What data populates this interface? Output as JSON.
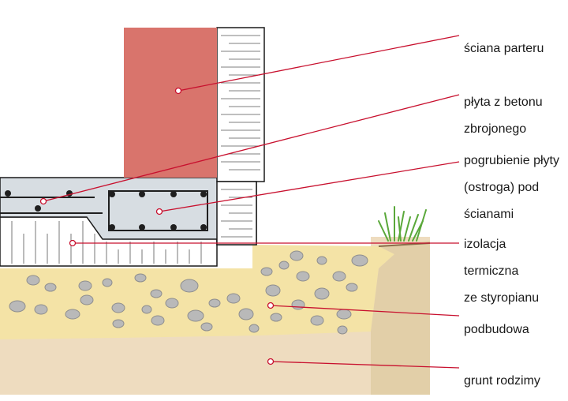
{
  "labels": {
    "wall": "ściana parteru",
    "slab_line1": "płyta z betonu",
    "slab_line2": "zbrojonego",
    "thickening_line1": "pogrubienie płyty",
    "thickening_line2": "(ostroga) pod",
    "thickening_line3": "ścianami",
    "insulation_line1": "izolacja",
    "insulation_line2": "termiczna",
    "insulation_line3": "ze styropianu",
    "subbase": "podbudowa",
    "native_soil": "grunt rodzimy"
  },
  "colors": {
    "wall": "#d9746c",
    "concrete": "#d7dde2",
    "insulation": "#ffffff",
    "gravel_fill": "#f4e3a6",
    "soil": "#eedcbf",
    "pebble": "#b9b9b9",
    "leader": "#c8102e",
    "rebar": "#1f1f1f",
    "grass": "#5aa83a"
  }
}
